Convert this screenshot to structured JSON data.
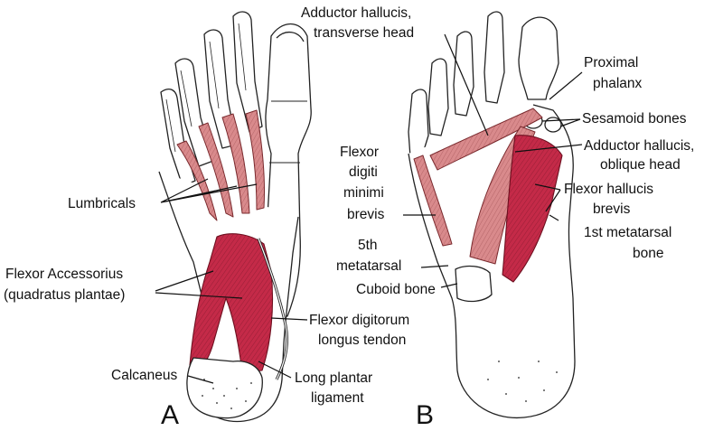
{
  "panels": [
    {
      "id": "A",
      "label": "A"
    },
    {
      "id": "B",
      "label": "B"
    }
  ],
  "labels_a": {
    "lumbricals": "Lumbricals",
    "flexor_accessorius_1": "Flexor Accessorius",
    "flexor_accessorius_2": "(quadratus plantae)",
    "fdl_1": "Flexor digitorum",
    "fdl_2": "longus tendon",
    "calcaneus": "Calcaneus",
    "long_plantar_1": "Long plantar",
    "long_plantar_2": "ligament"
  },
  "labels_b": {
    "adductor_transverse_1": "Adductor hallucis,",
    "adductor_transverse_2": "transverse head",
    "proximal_phalanx_1": "Proximal",
    "proximal_phalanx_2": "phalanx",
    "sesamoid": "Sesamoid bones",
    "adductor_oblique_1": "Adductor hallucis,",
    "adductor_oblique_2": "oblique head",
    "flexor_digiti_1": "Flexor",
    "flexor_digiti_2": "digiti",
    "flexor_digiti_3": "minimi",
    "flexor_digiti_4": "brevis",
    "flexor_hallucis_1": "Flexor hallucis",
    "flexor_hallucis_2": "brevis",
    "fifth_metatarsal_1": "5th",
    "fifth_metatarsal_2": "metatarsal",
    "first_metatarsal_1": "1st metatarsal",
    "first_metatarsal_2": "bone",
    "cuboid": "Cuboid bone"
  },
  "colors": {
    "muscle": "#c42a48",
    "muscle_light": "#d98a8c",
    "bone_fill": "#ffffff",
    "outline": "#222222",
    "leader": "#111111"
  }
}
